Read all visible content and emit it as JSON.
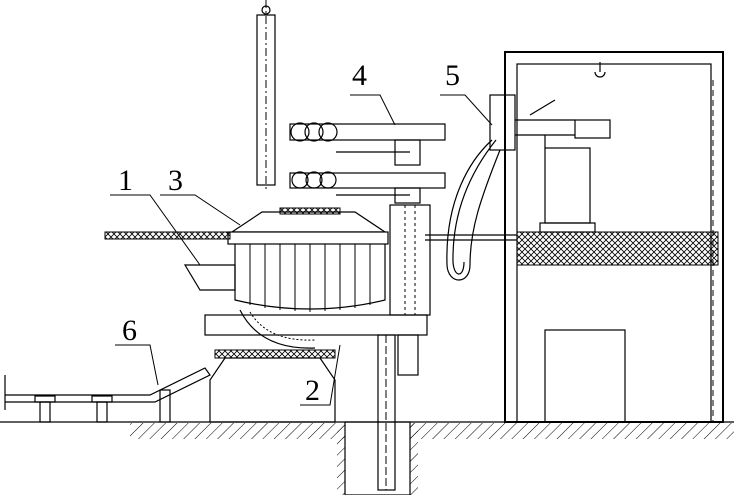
{
  "figure": {
    "labels": [
      {
        "id": "label-1",
        "text": "1"
      },
      {
        "id": "label-2",
        "text": "2"
      },
      {
        "id": "label-3",
        "text": "3"
      },
      {
        "id": "label-4",
        "text": "4"
      },
      {
        "id": "label-5",
        "text": "5"
      },
      {
        "id": "label-6",
        "text": "6"
      }
    ]
  }
}
